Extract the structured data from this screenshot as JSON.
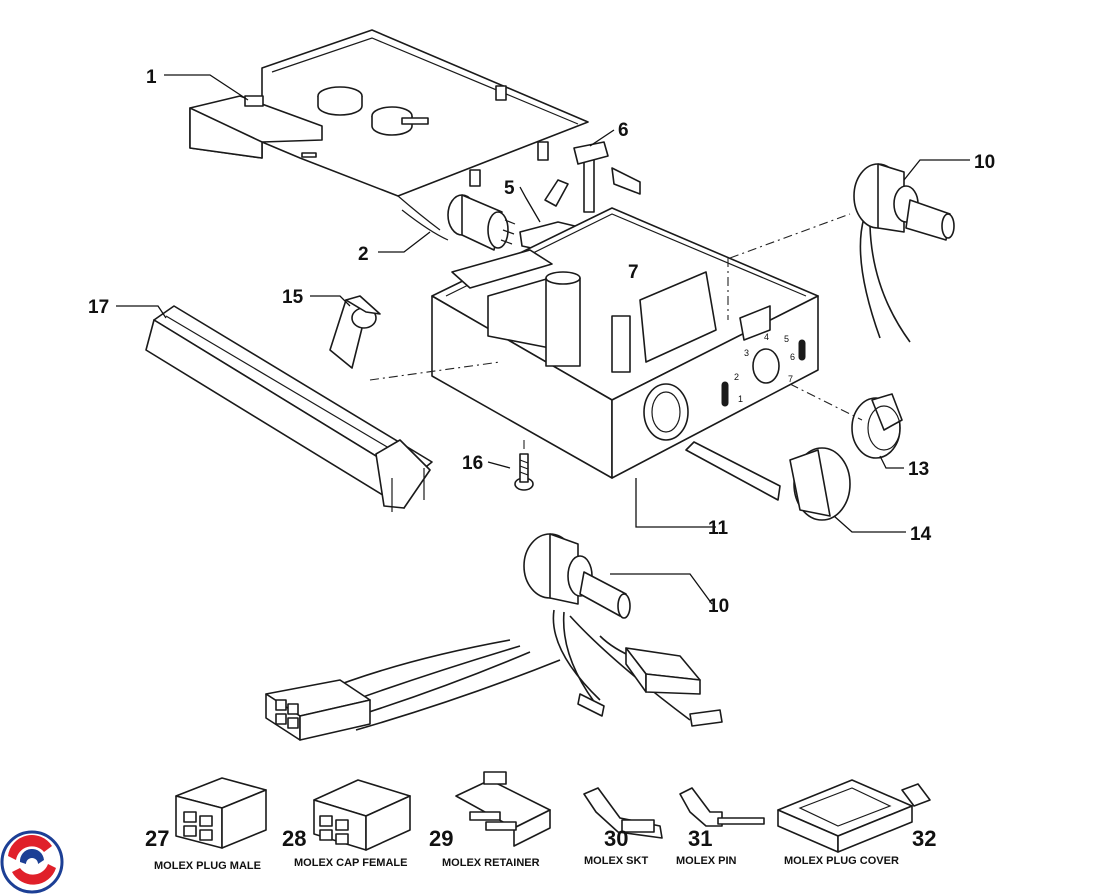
{
  "callouts": {
    "c1": "1",
    "c2": "2",
    "c5": "5",
    "c6": "6",
    "c7": "7",
    "c10a": "10",
    "c10b": "10",
    "c11": "11",
    "c13": "13",
    "c14": "14",
    "c15": "15",
    "c16": "16",
    "c17": "17",
    "c27": "27",
    "c28": "28",
    "c29": "29",
    "c30": "30",
    "c31": "31",
    "c32": "32"
  },
  "captions": {
    "c27": "MOLEX PLUG MALE",
    "c28": "MOLEX CAP FEMALE",
    "c29": "MOLEX RETAINER",
    "c30": "MOLEX SKT",
    "c31": "MOLEX PIN",
    "c32": "MOLEX PLUG COVER"
  },
  "dial_marks": [
    "1",
    "2",
    "3",
    "4",
    "5",
    "6",
    "7"
  ],
  "icons": {
    "logo": "swirl-logo-icon"
  },
  "colors": {
    "logo_red": "#e0202a",
    "logo_blue": "#1c3f95",
    "ink": "#1a1a1a"
  }
}
